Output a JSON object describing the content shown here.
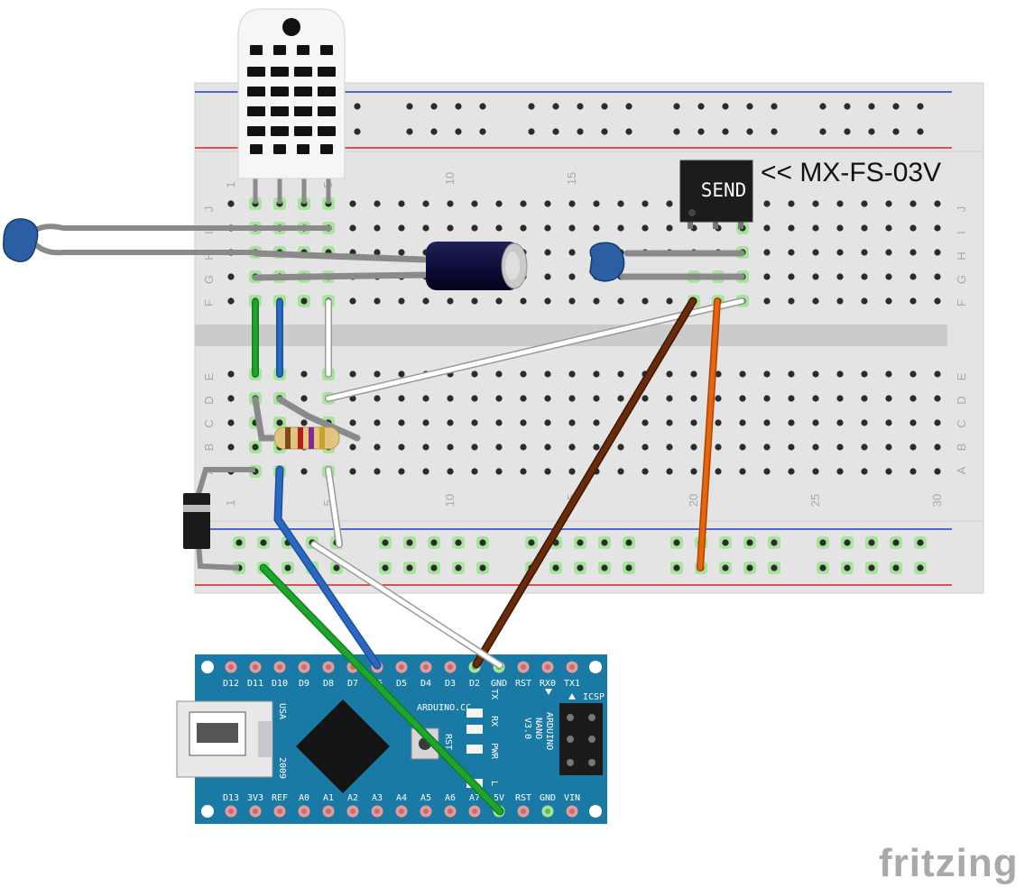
{
  "breadboard": {
    "row_letters_top": [
      "J",
      "I",
      "H",
      "G",
      "F"
    ],
    "row_letters_bottom": [
      "E",
      "D",
      "C",
      "B",
      "A"
    ],
    "column_numbers_top": [
      "1",
      "5",
      "10",
      "15"
    ],
    "column_numbers_bottom": [
      "1",
      "5",
      "10",
      "15",
      "20",
      "25",
      "30"
    ]
  },
  "transmitter": {
    "chip_text": "SEND",
    "label": "<< MX-FS-03V"
  },
  "arduino": {
    "top_pins": [
      "D12",
      "D11",
      "D10",
      "D9",
      "D8",
      "D7",
      "D6",
      "D5",
      "D4",
      "D3",
      "D2",
      "GND",
      "RST",
      "RX0",
      "TX1"
    ],
    "bottom_pins": [
      "D13",
      "3V3",
      "REF",
      "A0",
      "A1",
      "A2",
      "A3",
      "A4",
      "A5",
      "A6",
      "A7",
      "5V",
      "RST",
      "GND",
      "VIN"
    ],
    "brand": "ARDUINO.CC",
    "model_line1": "ARDUINO",
    "model_line2": "NANO",
    "model_line3": "V3.0",
    "usa": "USA",
    "year": "2009",
    "rst_button": "RST",
    "led_labels": [
      "TX",
      "RX",
      "PWR",
      "L"
    ],
    "icsp": "ICSP"
  },
  "watermark": "fritzing",
  "colors": {
    "board_bg": "#e4e4e4",
    "rail_blue": "#1f3fd0",
    "rail_red": "#d81f1f",
    "nano_blue": "#1a7aa6",
    "wire_green": "#1aa72a",
    "wire_blue": "#2a69c2",
    "wire_white": "#ffffff",
    "wire_brown": "#6b2b0a",
    "wire_orange": "#e8650b",
    "capacitor_blue": "#2a5fa3"
  }
}
